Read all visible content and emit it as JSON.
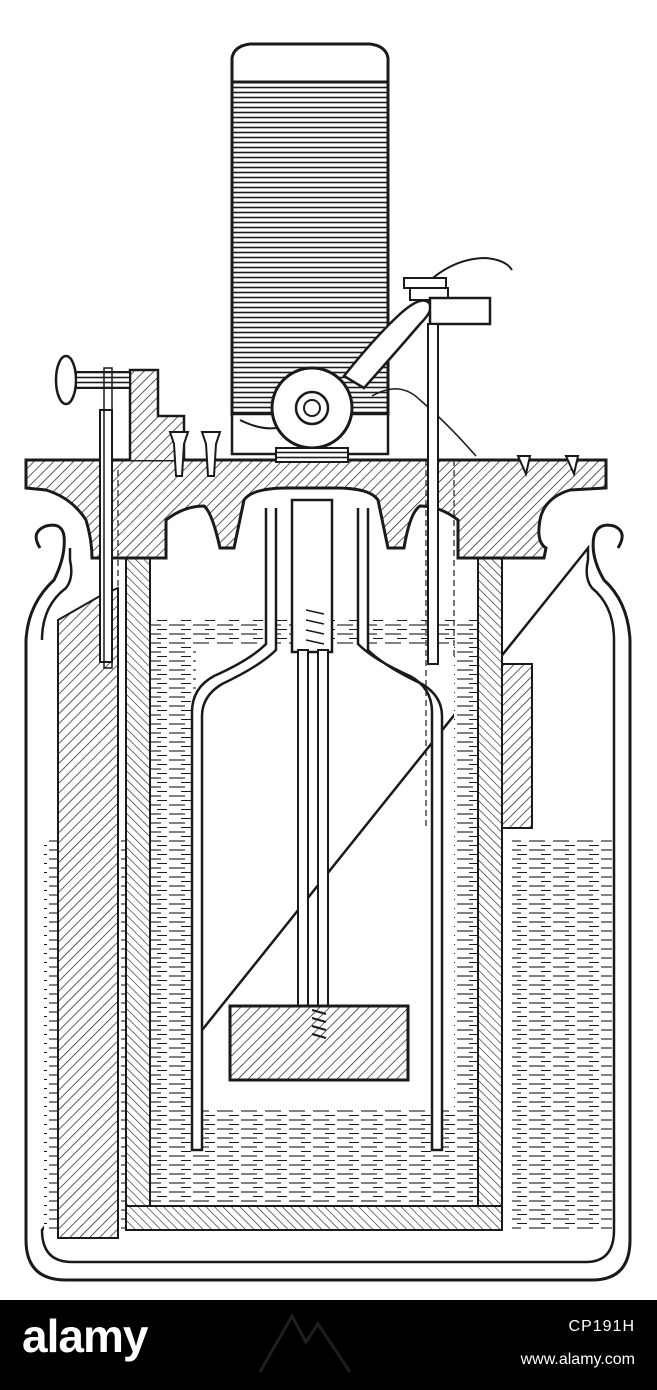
{
  "watermark": {
    "wordmark": "alamy",
    "image_id": "CP191H",
    "site_url": "www.alamy.com"
  },
  "colors": {
    "ink": "#1a1a1a",
    "paper": "#ffffff",
    "footer_bg": "#000000",
    "footer_text": "#ffffff"
  },
  "icons": [
    "alamy-logo-shape"
  ]
}
